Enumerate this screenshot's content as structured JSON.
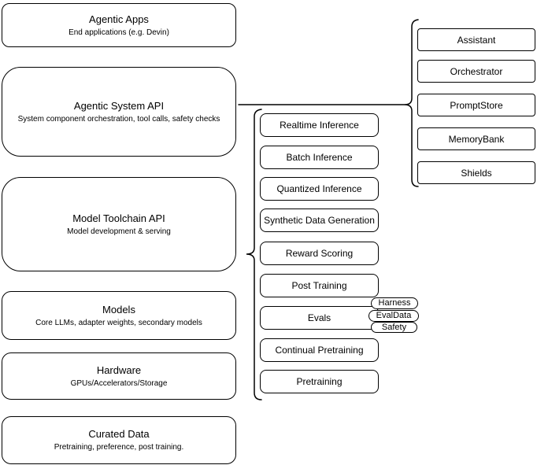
{
  "canvas": {
    "background": "#ffffff",
    "node_fill": "#ffffff",
    "node_border": "#000000",
    "text_color": "#000000"
  },
  "left_column": {
    "boxes": [
      {
        "title": "Agentic Apps",
        "subtitle": "End applications (e.g. Devin)"
      },
      {
        "title": "Agentic System API",
        "subtitle": "System component orchestration, tool calls, safety checks"
      },
      {
        "title": "Model Toolchain API",
        "subtitle": "Model development & serving"
      },
      {
        "title": "Models",
        "subtitle": "Core LLMs, adapter weights, secondary models"
      },
      {
        "title": "Hardware",
        "subtitle": "GPUs/Accelerators/Storage"
      },
      {
        "title": "Curated Data",
        "subtitle": "Pretraining, preference, post training."
      }
    ]
  },
  "toolchain_column": {
    "items": [
      {
        "label": "Realtime Inference"
      },
      {
        "label": "Batch Inference"
      },
      {
        "label": "Quantized Inference"
      },
      {
        "label": "Synthetic Data Generation"
      },
      {
        "label": "Reward Scoring"
      },
      {
        "label": "Post Training"
      },
      {
        "label": "Evals"
      },
      {
        "label": "Continual Pretraining"
      },
      {
        "label": "Pretraining"
      }
    ]
  },
  "eval_tags": {
    "items": [
      {
        "label": "Harness"
      },
      {
        "label": "EvalData"
      },
      {
        "label": "Safety"
      }
    ]
  },
  "system_column": {
    "items": [
      {
        "label": "Assistant"
      },
      {
        "label": "Orchestrator"
      },
      {
        "label": "PromptStore"
      },
      {
        "label": "MemoryBank"
      },
      {
        "label": "Shields"
      }
    ]
  }
}
